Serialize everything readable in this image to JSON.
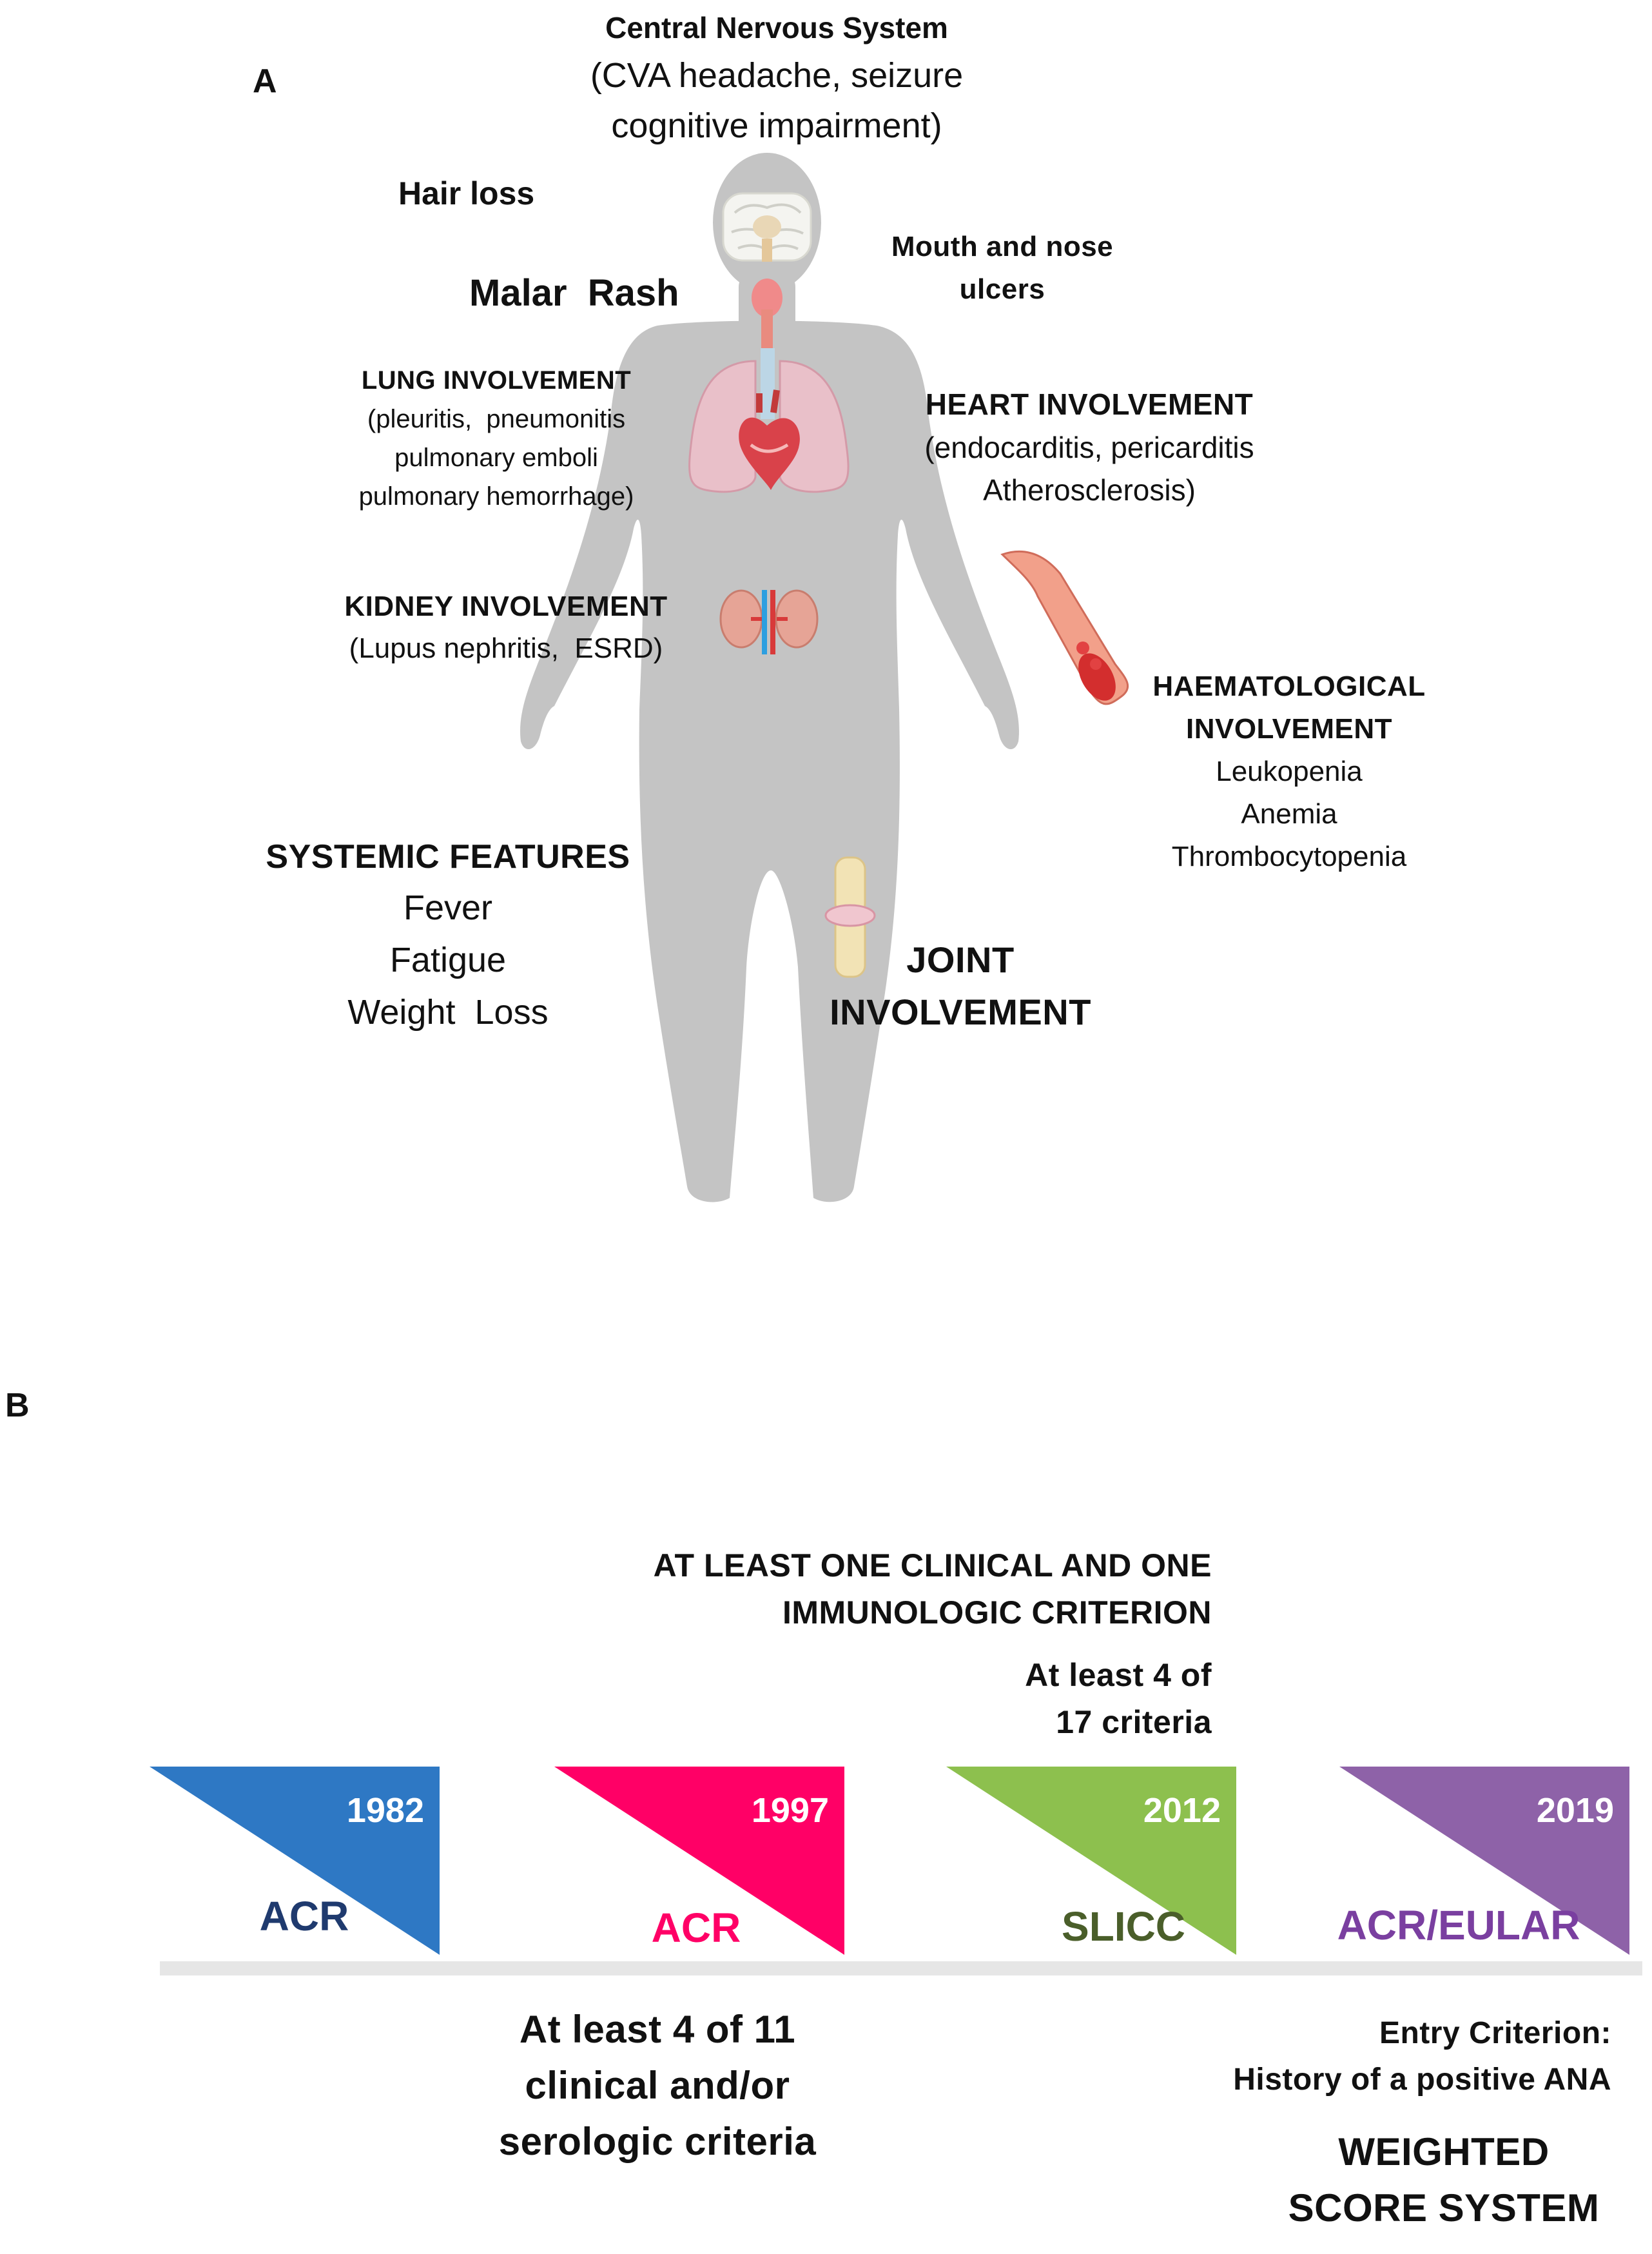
{
  "panel_a": {
    "letter": "A",
    "cns": {
      "title": "Central Nervous System",
      "lines": [
        "(CVA headache, seizure",
        "cognitive impairment)"
      ]
    },
    "hair_loss": "Hair loss",
    "malar_rash": "Malar  Rash",
    "mouth_nose": [
      "Mouth and nose",
      "ulcers"
    ],
    "lung": {
      "title": "LUNG INVOLVEMENT",
      "lines": [
        "(pleuritis,  pneumonitis",
        "pulmonary emboli",
        "pulmonary hemorrhage)"
      ]
    },
    "heart": {
      "title": "HEART INVOLVEMENT",
      "lines": [
        "(endocarditis, pericarditis",
        "Atherosclerosis)"
      ]
    },
    "kidney": {
      "title": "KIDNEY INVOLVEMENT",
      "lines": [
        "(Lupus nephritis,  ESRD)"
      ]
    },
    "haem": {
      "title": [
        "HAEMATOLOGICAL",
        "INVOLVEMENT"
      ],
      "lines": [
        "Leukopenia",
        "Anemia",
        "Thrombocytopenia"
      ]
    },
    "systemic": {
      "title": "SYSTEMIC FEATURES",
      "lines": [
        "Fever",
        "Fatigue",
        "Weight  Loss"
      ]
    },
    "joint": [
      "JOINT",
      "INVOLVEMENT"
    ]
  },
  "panel_b": {
    "letter": "B",
    "top_note": [
      "AT LEAST ONE CLINICAL AND ONE",
      "IMMUNOLOGIC CRITERION"
    ],
    "slicc_note": [
      "At least 4 of",
      "17 criteria"
    ],
    "acr1997_note": [
      "At least 4 of 11",
      "clinical and/or",
      "serologic criteria"
    ],
    "eular_note": [
      "Entry Criterion:",
      "History of a positive ANA"
    ],
    "weighted": [
      "WEIGHTED",
      "SCORE SYSTEM"
    ],
    "milestones": [
      {
        "year": "1982",
        "name": "ACR",
        "color": "#2E78C4",
        "text_color": "#1F3A6E"
      },
      {
        "year": "1997",
        "name": "ACR",
        "color": "#FF0066",
        "text_color": "#FF0066"
      },
      {
        "year": "2012",
        "name": "SLICC",
        "color": "#8DC04E",
        "text_color": "#4A5E2A"
      },
      {
        "year": "2019",
        "name": "ACR/EULAR",
        "color": "#8E62A8",
        "text_color": "#7A3FA0"
      }
    ]
  }
}
